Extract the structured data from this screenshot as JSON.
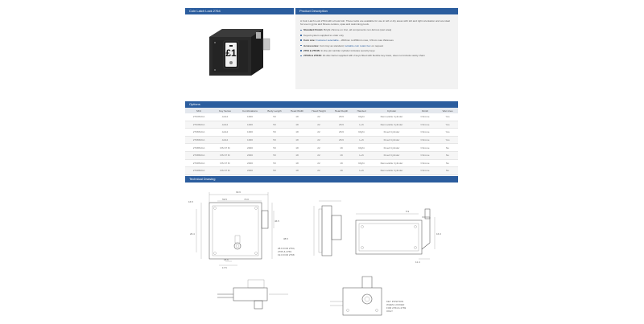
{
  "header": {
    "product_title": "Coin Latch Lock 2764",
    "description_title": "Product Description"
  },
  "description": {
    "intro": "A Coin Latch Lock 2764 with a hook bolt. These locks are available for use in left or dry areas with left and right orientation and are ideal for use in gyms and fitness centres, spas and swimming pools.",
    "items": [
      {
        "bold": "Standard Finish:",
        "text": " Bright chrome on zinc, all components non-ferrous (wet area)",
        "link": ""
      },
      {
        "bold": "",
        "text": "Keyed system supplied to order only",
        "link": ""
      },
      {
        "bold": "Coin size:",
        "text": "",
        "link": " Customer selectable",
        "text2": " – Ø23mm to Ø30mm max, 3.5mm max thickness"
      },
      {
        "bold": "Accessories:",
        "text": " Coin tray as standard, ",
        "link": "lockable coin retain box",
        "text2": " on request"
      },
      {
        "bold": "2764 & 2764S:",
        "text": " In-line pin tumbler cylinder includes security keys",
        "link": ""
      },
      {
        "bold": "2764S & 2764S:",
        "text": " 10-disc barrel supplied with 2 keys fitted with flexible key bows, does not include vanity chain",
        "link": ""
      }
    ]
  },
  "options": {
    "title": "Options",
    "columns": [
      "SKU",
      "Key Series",
      "Combinations",
      "Body Length",
      "Head Width",
      "Head Height",
      "Head Depth",
      "Handed",
      "Cylinder",
      "Finish",
      "Wet Area"
    ],
    "rows": [
      [
        "276451CA",
        "AA12",
        "1000",
        "53",
        "18",
        "22",
        "28.6",
        "Right",
        "Removable Cylinder",
        "Chrome",
        "Yes"
      ],
      [
        "276452CA",
        "AA12",
        "1000",
        "53",
        "18",
        "22",
        "28.6",
        "Left",
        "Removable Cylinder",
        "Chrome",
        "Yes"
      ],
      [
        "276651CA",
        "AA12",
        "1000",
        "53",
        "18",
        "22",
        "28.6",
        "Right",
        "Fixed Cylinder",
        "Chrome",
        "Yes"
      ],
      [
        "276652CA",
        "AA12",
        "1000",
        "53",
        "18",
        "22",
        "28.6",
        "Left",
        "Fixed Cylinder",
        "Chrome",
        "Yes"
      ],
      [
        "276851CA",
        "RS 97 M",
        "2000",
        "53",
        "18",
        "22",
        "19",
        "Right",
        "Fixed Cylinder",
        "Chrome",
        "No"
      ],
      [
        "276852CA",
        "RS 97 M",
        "2000",
        "53",
        "18",
        "22",
        "19",
        "Left",
        "Fixed Cylinder",
        "Chrome",
        "No"
      ],
      [
        "276951CA",
        "RS 97 M",
        "2000",
        "53",
        "18",
        "22",
        "19",
        "Right",
        "Removable Cylinder",
        "Chrome",
        "No"
      ],
      [
        "276952CA",
        "RS 97 M",
        "2000",
        "53",
        "18",
        "22",
        "19",
        "Left",
        "Removable Cylinder",
        "Chrome",
        "No"
      ]
    ]
  },
  "technical": {
    "title": "Technical Drawing",
    "dims": {
      "overall": "93.6",
      "d1": "59.5",
      "d2": "73.0",
      "d3": "16.5",
      "d4": "46.5",
      "d5": "18.6",
      "d6": "17.5",
      "d7": "26.4",
      "d8": "11.4",
      "d9": "38.5",
      "d10": "5.9",
      "d11": "16.3"
    },
    "note_left": "28.6 FOR 2764, 2765 & 2769 19.0 FOR 2768",
    "note_right": "KEY POSITION WHEN LOCKED FOR 2764 & 2769 ONLY"
  },
  "colors": {
    "accent": "#2b5d9e",
    "row_alt": "#f6f6f6",
    "panel": "#f2f2f2"
  }
}
